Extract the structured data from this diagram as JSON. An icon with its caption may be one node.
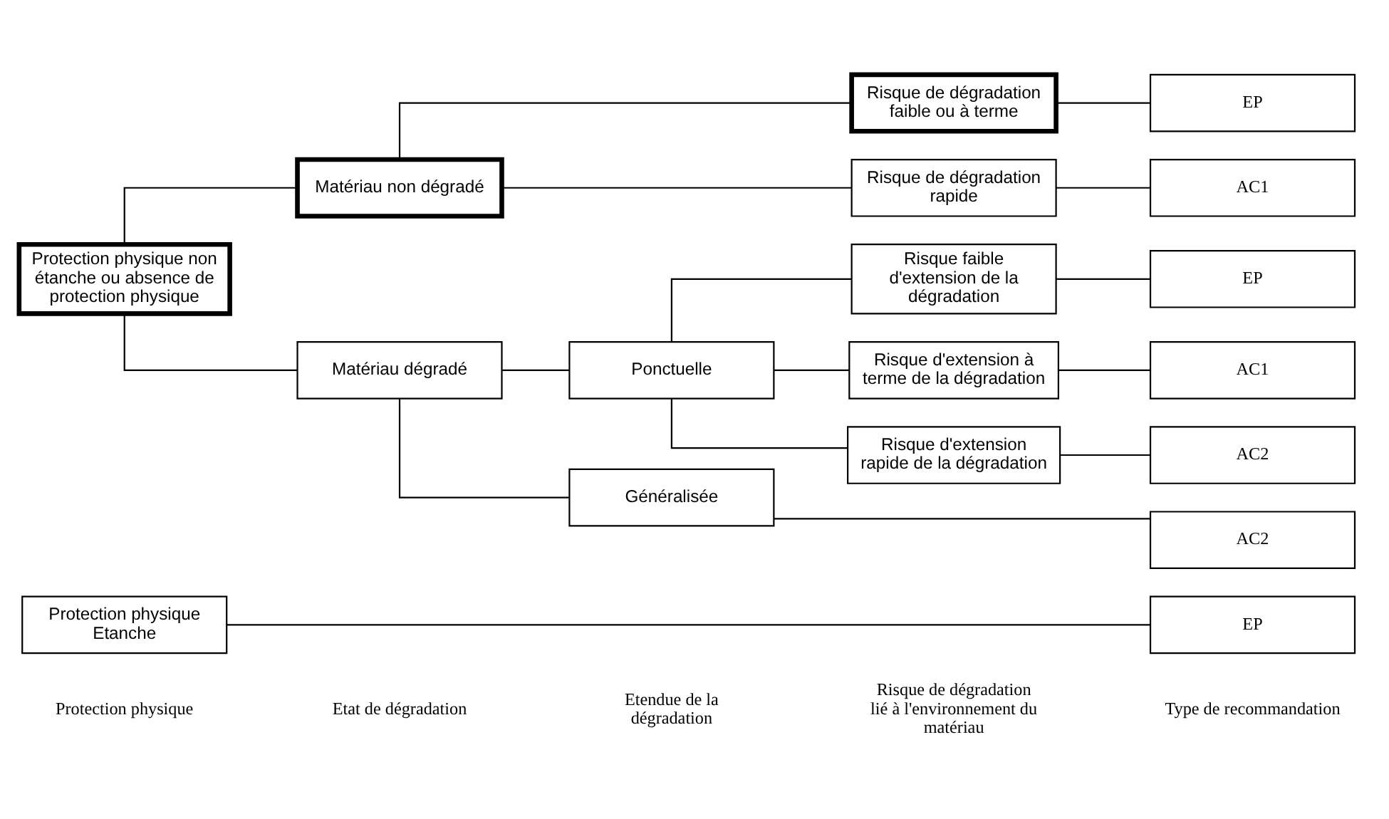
{
  "diagram": {
    "nodes": [
      {
        "text": [
          "Protection physique Etanche"
        ]
      },
      {
        "text": [
          "EP"
        ]
      },
      {
        "text": [
          "Protection physique non étanche ou absence de protection physique"
        ]
      },
      {
        "text": [
          "Matériau non dégradé"
        ]
      },
      {
        "text": [
          "Matériau dégradé"
        ]
      },
      {
        "text": [
          "Risque de dégradation faible ou à terme"
        ]
      },
      {
        "text": [
          "EP"
        ]
      },
      {
        "text": [
          "Risque de dégradation rapide"
        ]
      },
      {
        "text": [
          "AC1"
        ]
      },
      {
        "text": [
          "Ponctuelle"
        ]
      },
      {
        "text": [
          "Généralisée"
        ]
      },
      {
        "text": [
          "Risque faible d'extension de la dégradation"
        ]
      },
      {
        "text": [
          "EP"
        ]
      },
      {
        "text": [
          "Risque d'extension à terme de la dégradation"
        ]
      },
      {
        "text": [
          "AC1"
        ]
      },
      {
        "text": [
          "Risque d'extension rapide de la dégradation"
        ]
      },
      {
        "text": [
          "AC2"
        ]
      },
      {
        "text": [
          "AC2"
        ]
      }
    ],
    "edges": [
      {
        "from": 0,
        "to": 1,
        "arrow": "none"
      },
      {
        "from": 2,
        "to": 3,
        "arrow": "none"
      },
      {
        "from": 2,
        "to": 4,
        "arrow": "none"
      },
      {
        "from": 3,
        "to": 5,
        "arrow": "none"
      },
      {
        "from": 3,
        "to": 7,
        "arrow": "none"
      },
      {
        "from": 5,
        "to": 6,
        "arrow": "none"
      },
      {
        "from": 7,
        "to": 8,
        "arrow": "none"
      },
      {
        "from": 4,
        "to": 9,
        "arrow": "none"
      },
      {
        "from": 4,
        "to": 10,
        "arrow": "none"
      },
      {
        "from": 9,
        "to": 11,
        "arrow": "none"
      },
      {
        "from": 9,
        "to": 13,
        "arrow": "none"
      },
      {
        "from": 9,
        "to": 15,
        "arrow": "none"
      },
      {
        "from": 11,
        "to": 12,
        "arrow": "none"
      },
      {
        "from": 13,
        "to": 14,
        "arrow": "none"
      },
      {
        "from": 15,
        "to": 16,
        "arrow": "none"
      },
      {
        "from": 10,
        "to": 17,
        "arrow": "none"
      }
    ],
    "labels": [
      "Protection physique",
      "Etat de dégradation",
      "Etendue de la dégradation",
      "Risque de dégradation lié à l'environnement du matériau",
      "Type de recommandation"
    ]
  }
}
